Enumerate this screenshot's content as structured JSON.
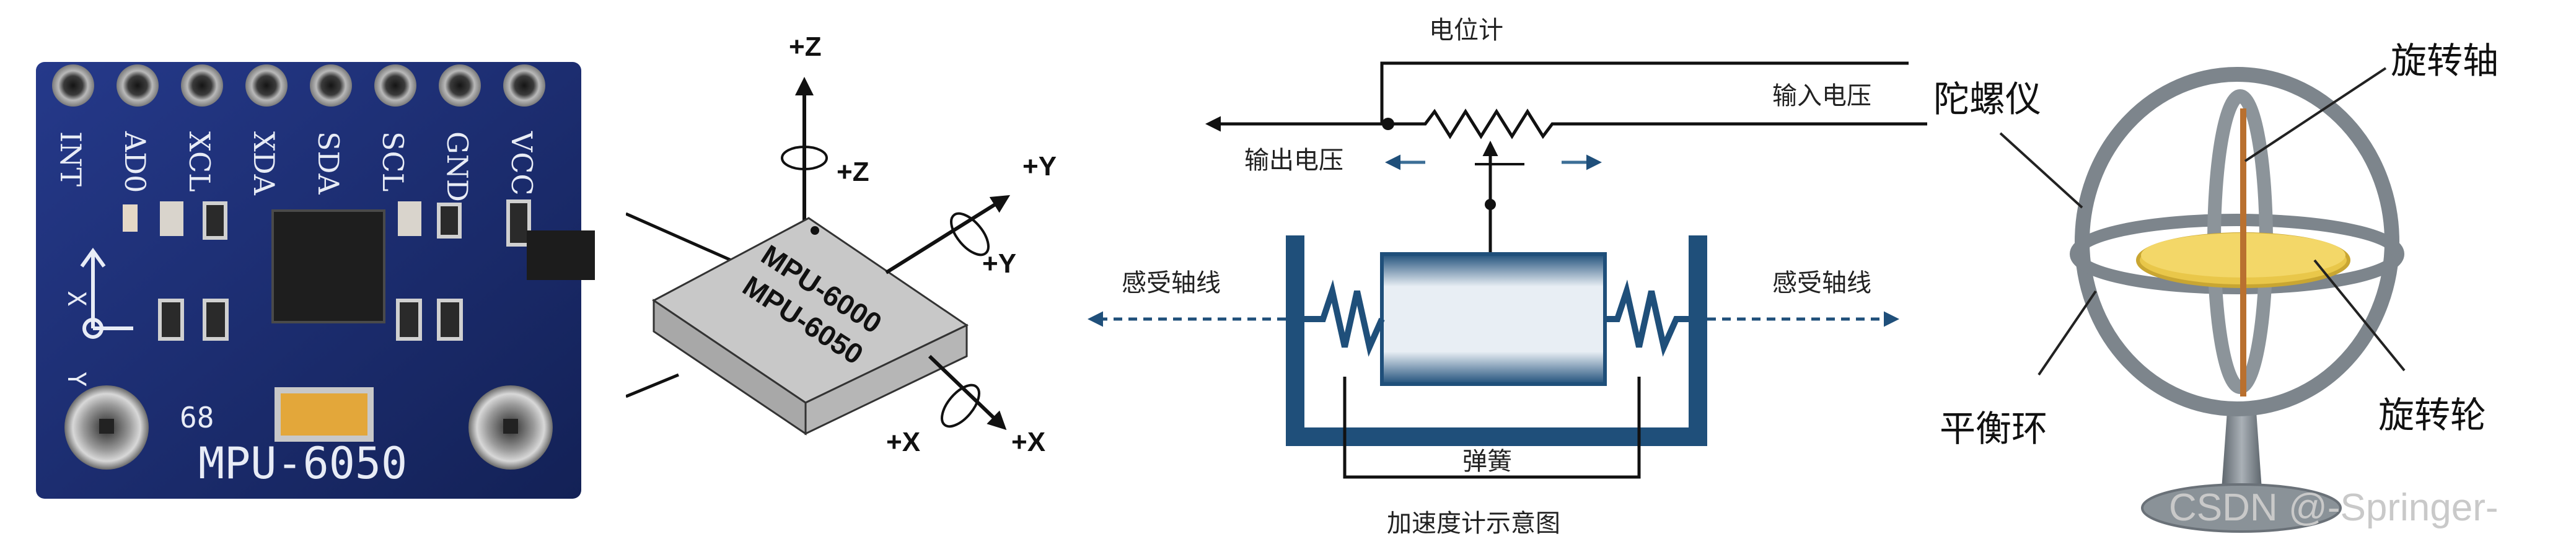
{
  "module": {
    "pins": [
      "INT",
      "AD0",
      "XCL",
      "XDA",
      "SDA",
      "SCL",
      "GND",
      "VCC"
    ],
    "board_label": "MPU-6050",
    "number_label": "68",
    "axis_x": "X",
    "axis_y": "Y"
  },
  "axes_diagram": {
    "z_axis": "+Z",
    "z_rotation": "+Z",
    "y_axis": "+Y",
    "y_rotation": "+Y",
    "x_axis": "+X",
    "x_rotation": "+X",
    "chip_line1": "MPU-6000",
    "chip_line2": "MPU-6050"
  },
  "accelerometer": {
    "potentiometer": "电位计",
    "input_voltage": "输入电压",
    "output_voltage": "输出电压",
    "sense_axis_left": "感受轴线",
    "sense_axis_right": "感受轴线",
    "spring": "弹簧",
    "caption": "加速度计示意图"
  },
  "gyroscope": {
    "gyroscope": "陀螺仪",
    "spin_axis": "旋转轴",
    "gimbal": "平衡环",
    "rotor": "旋转轮"
  },
  "watermark": "CSDN @-Springer-",
  "colors": {
    "board_blue": "#1c2f73",
    "accel_blue": "#1f4f7a",
    "gyro_gray": "#7d858c",
    "rotor_gold": "#e9c74a"
  }
}
